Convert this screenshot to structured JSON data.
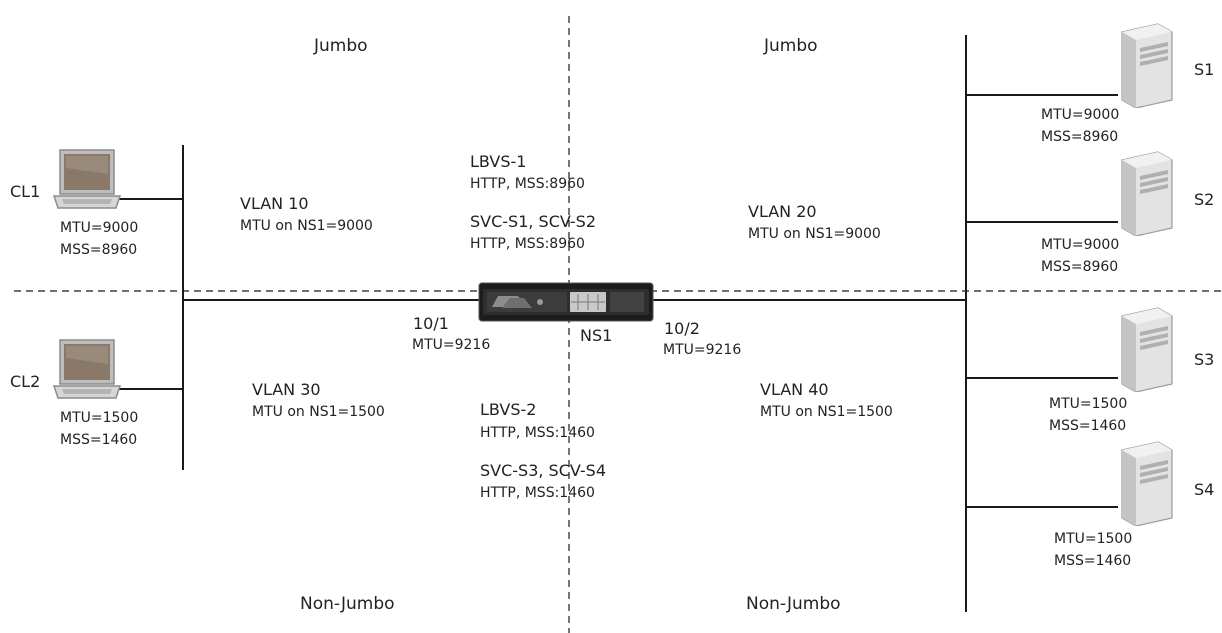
{
  "zones": {
    "top_left": "Jumbo",
    "top_right": "Jumbo",
    "bottom_left": "Non-Jumbo",
    "bottom_right": "Non-Jumbo"
  },
  "clients": [
    {
      "name": "CL1",
      "mtu": "MTU=9000",
      "mss": "MSS=8960"
    },
    {
      "name": "CL2",
      "mtu": "MTU=1500",
      "mss": "MSS=1460"
    }
  ],
  "servers": [
    {
      "name": "S1",
      "mtu": "MTU=9000",
      "mss": "MSS=8960"
    },
    {
      "name": "S2",
      "mtu": "MTU=9000",
      "mss": "MSS=8960"
    },
    {
      "name": "S3",
      "mtu": "MTU=1500",
      "mss": "MSS=1460"
    },
    {
      "name": "S4",
      "mtu": "MTU=1500",
      "mss": "MSS=1460"
    }
  ],
  "vlans": [
    {
      "name": "VLAN 10",
      "mtu": "MTU on NS1=9000"
    },
    {
      "name": "VLAN 20",
      "mtu": "MTU on NS1=9000"
    },
    {
      "name": "VLAN 30",
      "mtu": "MTU on NS1=1500"
    },
    {
      "name": "VLAN 40",
      "mtu": "MTU on NS1=1500"
    }
  ],
  "appliance": {
    "name": "NS1",
    "ports": [
      {
        "name": "10/1",
        "mtu": "MTU=9216"
      },
      {
        "name": "10/2",
        "mtu": "MTU=9216"
      }
    ]
  },
  "virtual_servers": [
    {
      "name": "LBVS-1",
      "detail": "HTTP, MSS:8960"
    },
    {
      "name": "SVC-S1, SCV-S2",
      "detail": "HTTP, MSS:8960"
    },
    {
      "name": "LBVS-2",
      "detail": "HTTP, MSS:1460"
    },
    {
      "name": "SVC-S3, SCV-S4",
      "detail": "HTTP, MSS:1460"
    }
  ],
  "colors": {
    "line": "#1a1a1a",
    "text": "#222222",
    "laptop_screen": "#8a7868",
    "server_body": "#d8d8d8",
    "appliance_body": "#1c1c1c"
  },
  "icons": {
    "client": "laptop-icon",
    "server": "server-tower-icon",
    "appliance": "netscaler-appliance-icon"
  }
}
